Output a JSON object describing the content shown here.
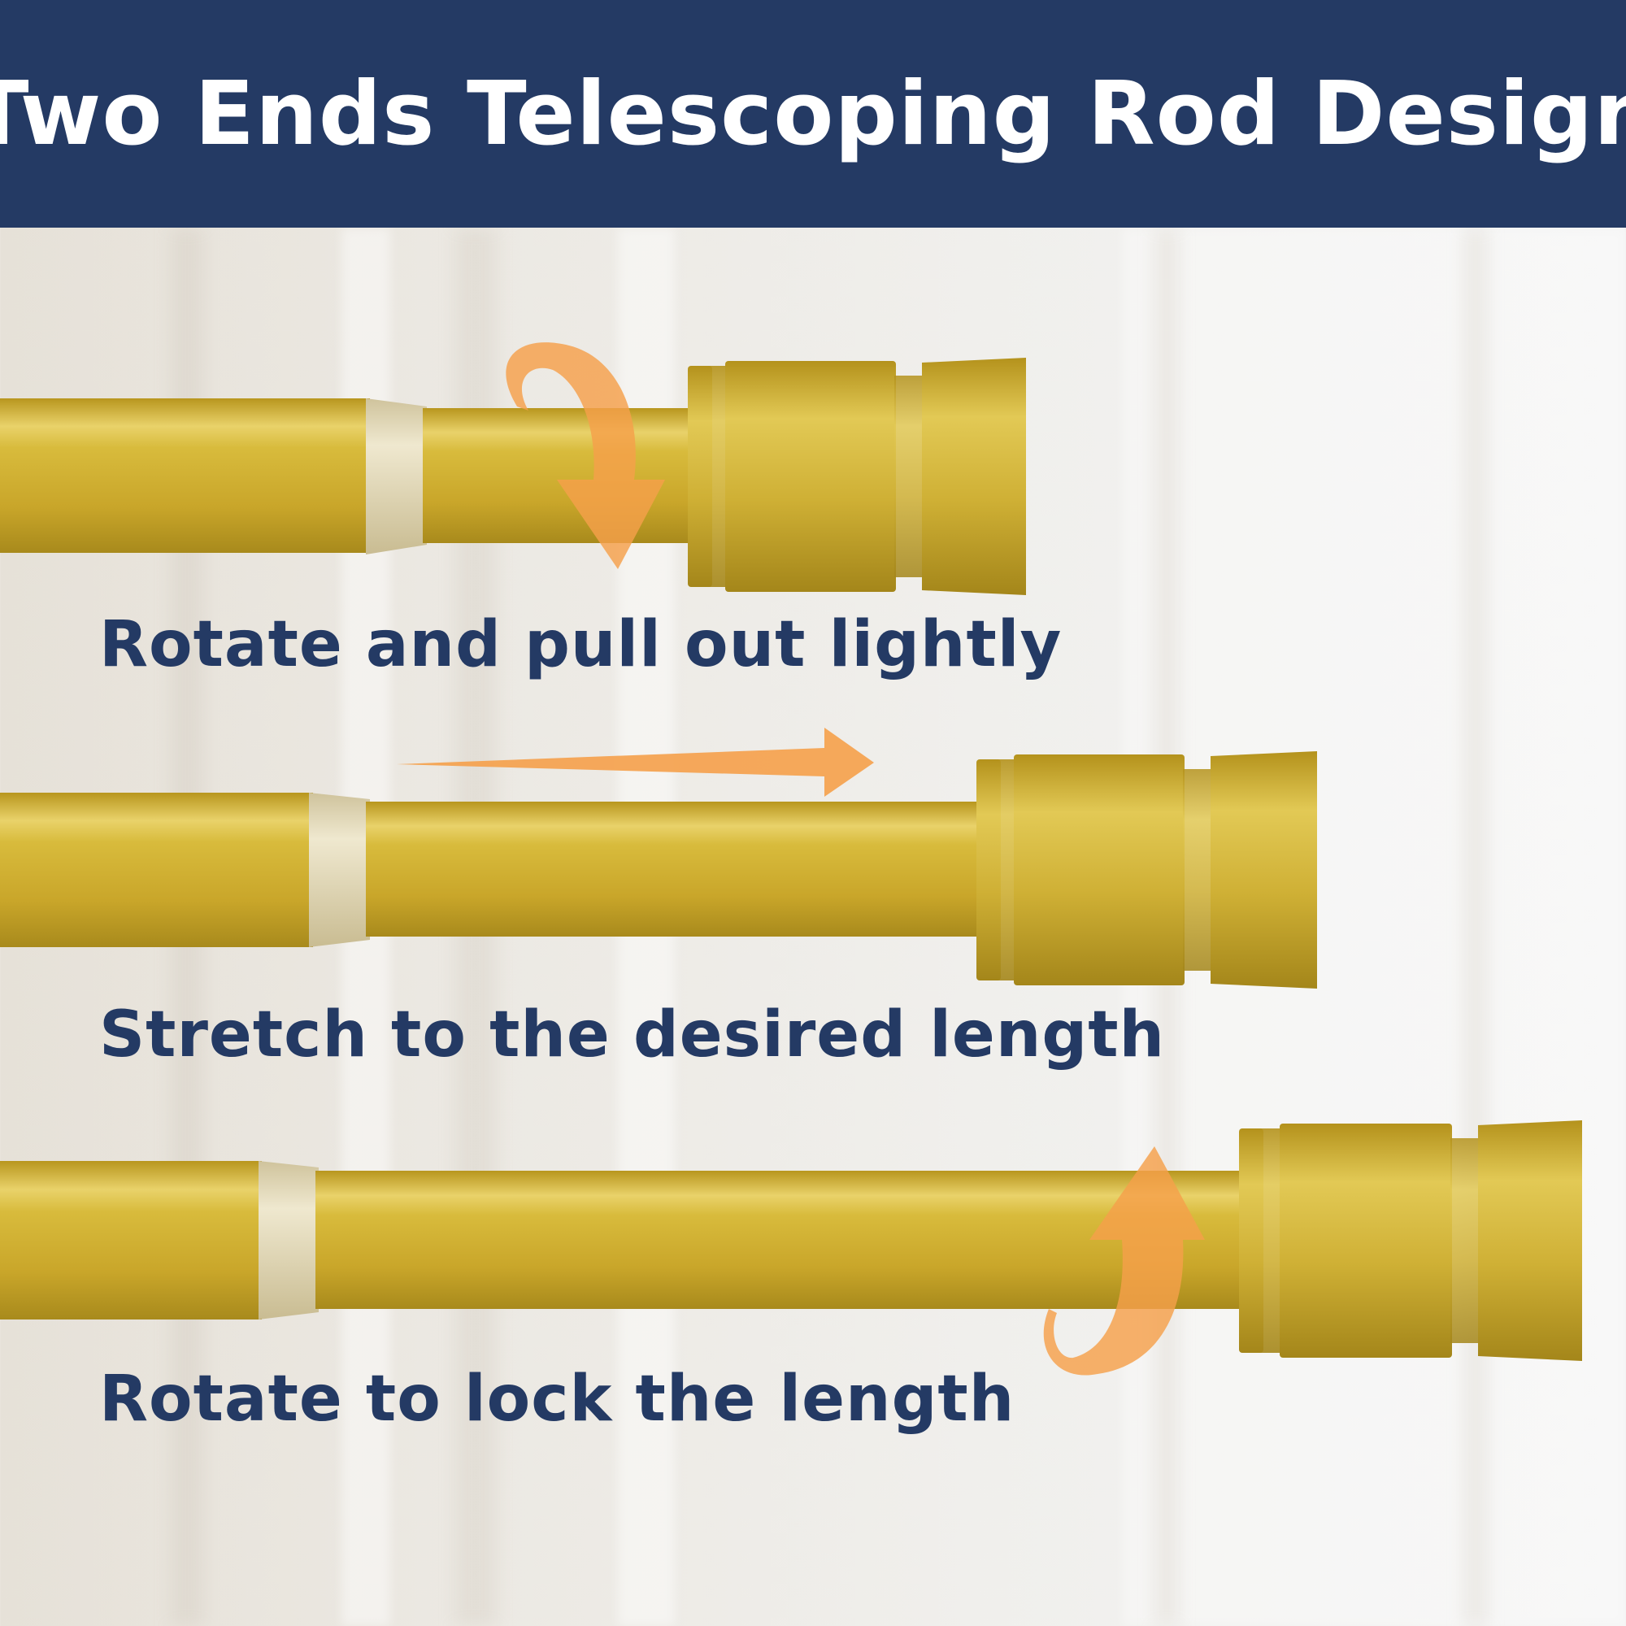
{
  "header": {
    "title": "Two Ends Telescoping Rod Design"
  },
  "steps": [
    {
      "label": "Rotate and pull out lightly",
      "arrow_icon": "rotate-down-arrow-icon"
    },
    {
      "label": "Stretch to the desired length",
      "arrow_icon": "right-arrow-icon"
    },
    {
      "label": "Rotate to lock the length",
      "arrow_icon": "rotate-up-arrow-icon"
    }
  ],
  "colors": {
    "header_bg": "#243a64",
    "title_text": "#ffffff",
    "label_text": "#243a64",
    "rod_gold": "#d6b733",
    "arrow_orange": "#f5a04a"
  }
}
